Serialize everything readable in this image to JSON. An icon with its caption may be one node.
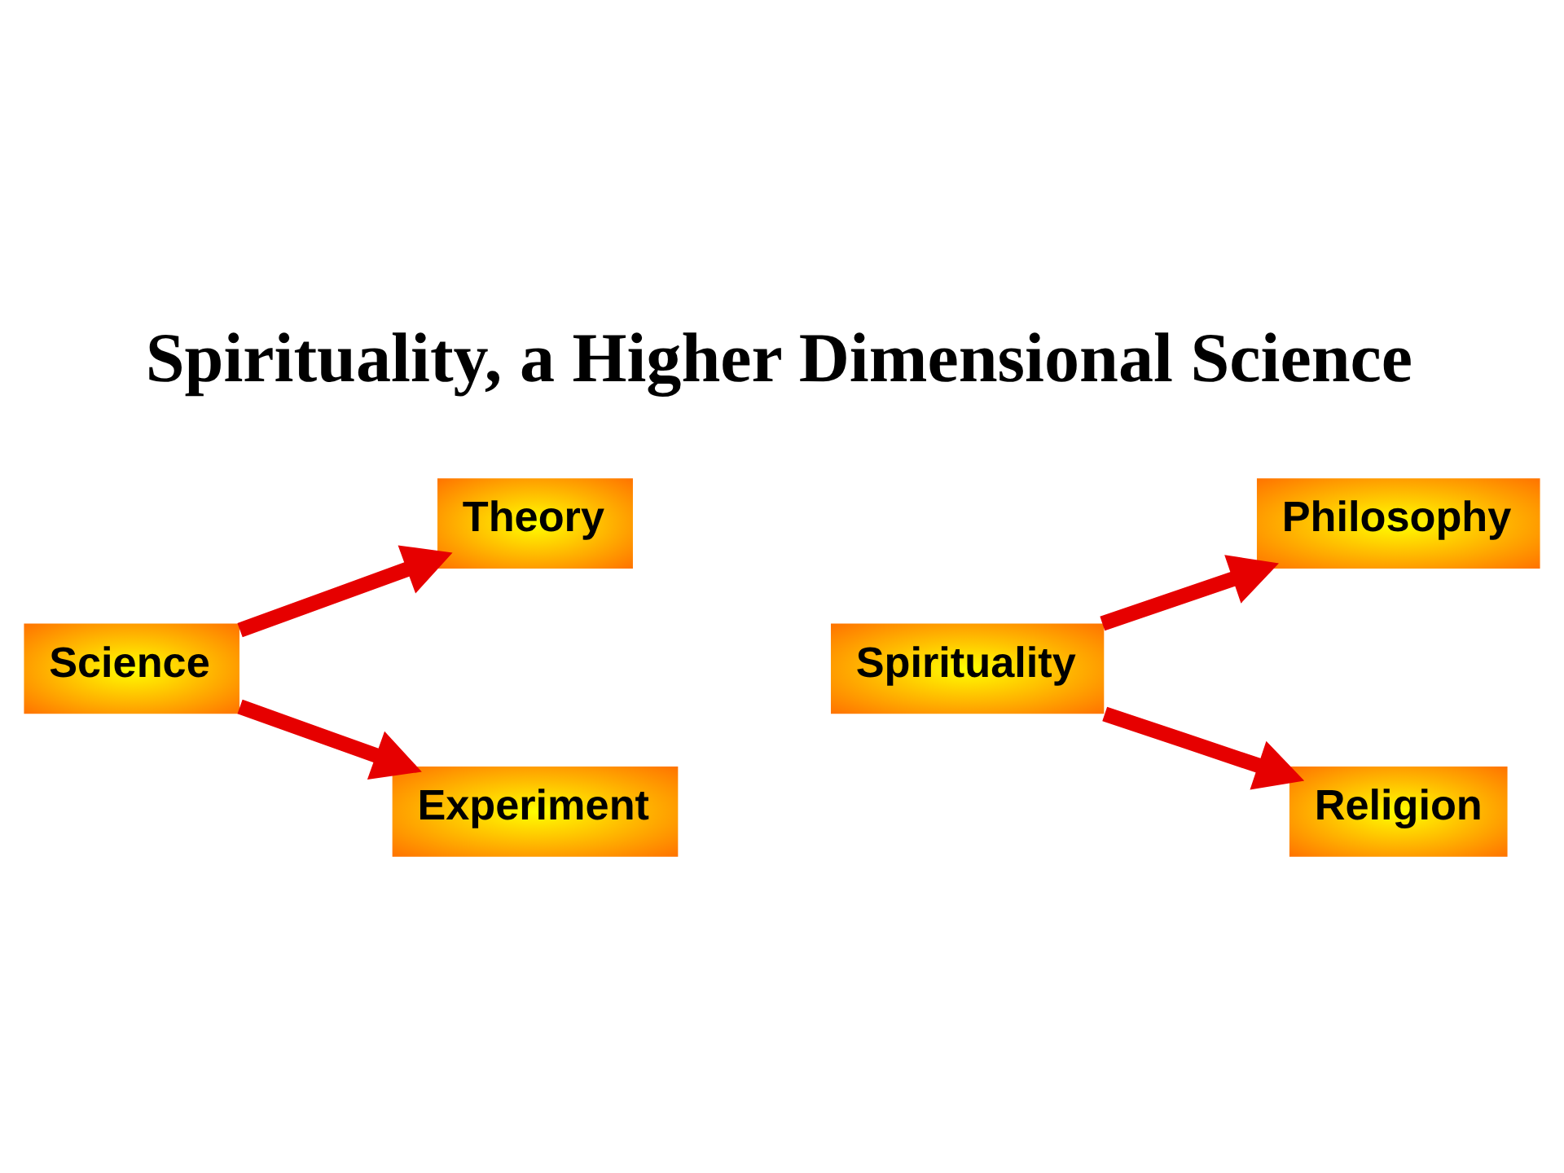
{
  "diagram": {
    "title": "Spirituality, a Higher Dimensional Science",
    "nodes": [
      {
        "text": [
          "Science"
        ]
      },
      {
        "text": [
          "Theory"
        ]
      },
      {
        "text": [
          "Experiment"
        ]
      },
      {
        "text": [
          "Spirituality"
        ]
      },
      {
        "text": [
          "Philosophy"
        ]
      },
      {
        "text": [
          "Religion"
        ]
      }
    ],
    "edges": [
      {
        "from": 0,
        "to": 1,
        "arrow": "to"
      },
      {
        "from": 0,
        "to": 2,
        "arrow": "to"
      },
      {
        "from": 3,
        "to": 4,
        "arrow": "to"
      },
      {
        "from": 3,
        "to": 5,
        "arrow": "to"
      }
    ]
  }
}
